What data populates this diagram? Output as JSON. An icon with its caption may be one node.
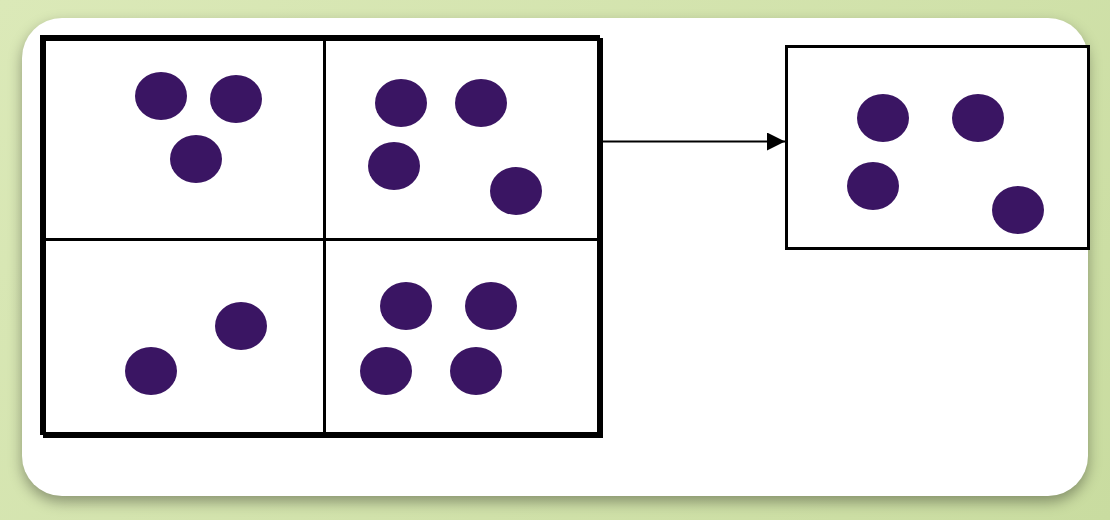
{
  "diagram": {
    "nodes": [
      {
        "text": [],
        "shape": "box"
      },
      {
        "text": [],
        "shape": "box",
        "in": 0
      },
      {
        "text": [],
        "shape": "box",
        "in": 0
      },
      {
        "text": [],
        "shape": "box",
        "in": 0
      },
      {
        "text": [],
        "shape": "box",
        "in": 0
      },
      {
        "text": [],
        "shape": "box"
      }
    ],
    "edges": [
      {
        "from": 2,
        "to": 5,
        "arrow": "to"
      }
    ]
  }
}
